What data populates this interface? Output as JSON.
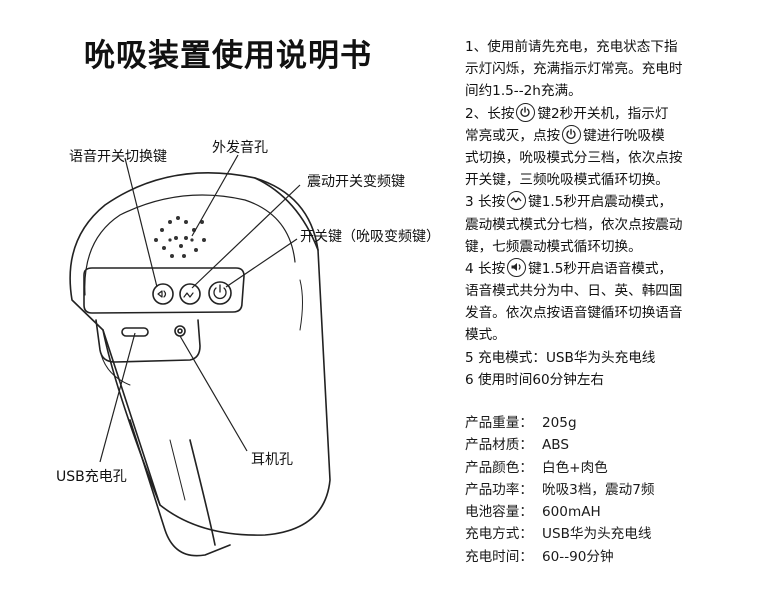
{
  "title": "吮吸装置使用说明书",
  "callouts": {
    "voice_key": "语音开关切换键",
    "speaker_hole": "外发音孔",
    "vibration_key": "震动开关变频键",
    "power_key": "开关键（吮吸变频键）",
    "usb_port": "USB充电孔",
    "earphone_jack": "耳机孔"
  },
  "instructions": {
    "s1": [
      "1、使用前请先充电，充电状态下指",
      "示灯闪烁，充满指示灯常亮。充电时",
      "间约1.5--2h充满。"
    ],
    "s2_a": "2、长按",
    "s2_b": "键2秒开关机，指示灯",
    "s2_c": "常亮或灭，点按",
    "s2_d": "键进行吮吸模",
    "s2_e": [
      "式切换，吮吸模式分三档，依次点按",
      "开关键，三频吮吸模式循环切换。"
    ],
    "s3_a": "3 长按",
    "s3_b": "键1.5秒开启震动模式，",
    "s3_c": [
      "震动模式模式分七档，依次点按震动",
      "键，七频震动模式循环切换。"
    ],
    "s4_a": "4 长按",
    "s4_b": "键1.5秒开启语音模式，",
    "s4_c": [
      "语音模式共分为中、日、英、韩四国",
      "发音。依次点按语音键循环切换语音",
      "模式。"
    ],
    "s5": "5 充电模式：USB华为头充电线",
    "s6": "6 使用时间60分钟左右"
  },
  "icons": {
    "power": "power-icon",
    "vibration": "vibration-icon",
    "voice": "speaker-icon"
  },
  "specs": [
    {
      "label": "产品重量：",
      "value": "205g"
    },
    {
      "label": "产品材质：",
      "value": "ABS"
    },
    {
      "label": "产品颜色：",
      "value": "白色+肉色"
    },
    {
      "label": "产品功率：",
      "value": "吮吸3档，震动7频"
    },
    {
      "label": "电池容量：",
      "value": "600mAH"
    },
    {
      "label": "充电方式：",
      "value": "USB华为头充电线"
    },
    {
      "label": "充电时间：",
      "value": "60--90分钟"
    }
  ]
}
